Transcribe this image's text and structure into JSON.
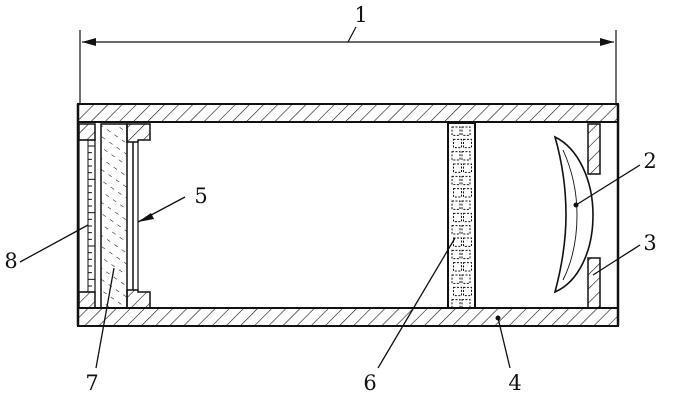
{
  "callouts": [
    {
      "id": "overall-length",
      "text": "1"
    },
    {
      "id": "lens",
      "text": "2"
    },
    {
      "id": "lens-seat",
      "text": "3"
    },
    {
      "id": "tube-wall",
      "text": "4"
    },
    {
      "id": "target-plate",
      "text": "5"
    },
    {
      "id": "grid-screen",
      "text": "6"
    },
    {
      "id": "glass-window",
      "text": "7"
    },
    {
      "id": "scale-plate",
      "text": "8"
    }
  ],
  "scale_ticks": 22,
  "grid_rows": 15
}
